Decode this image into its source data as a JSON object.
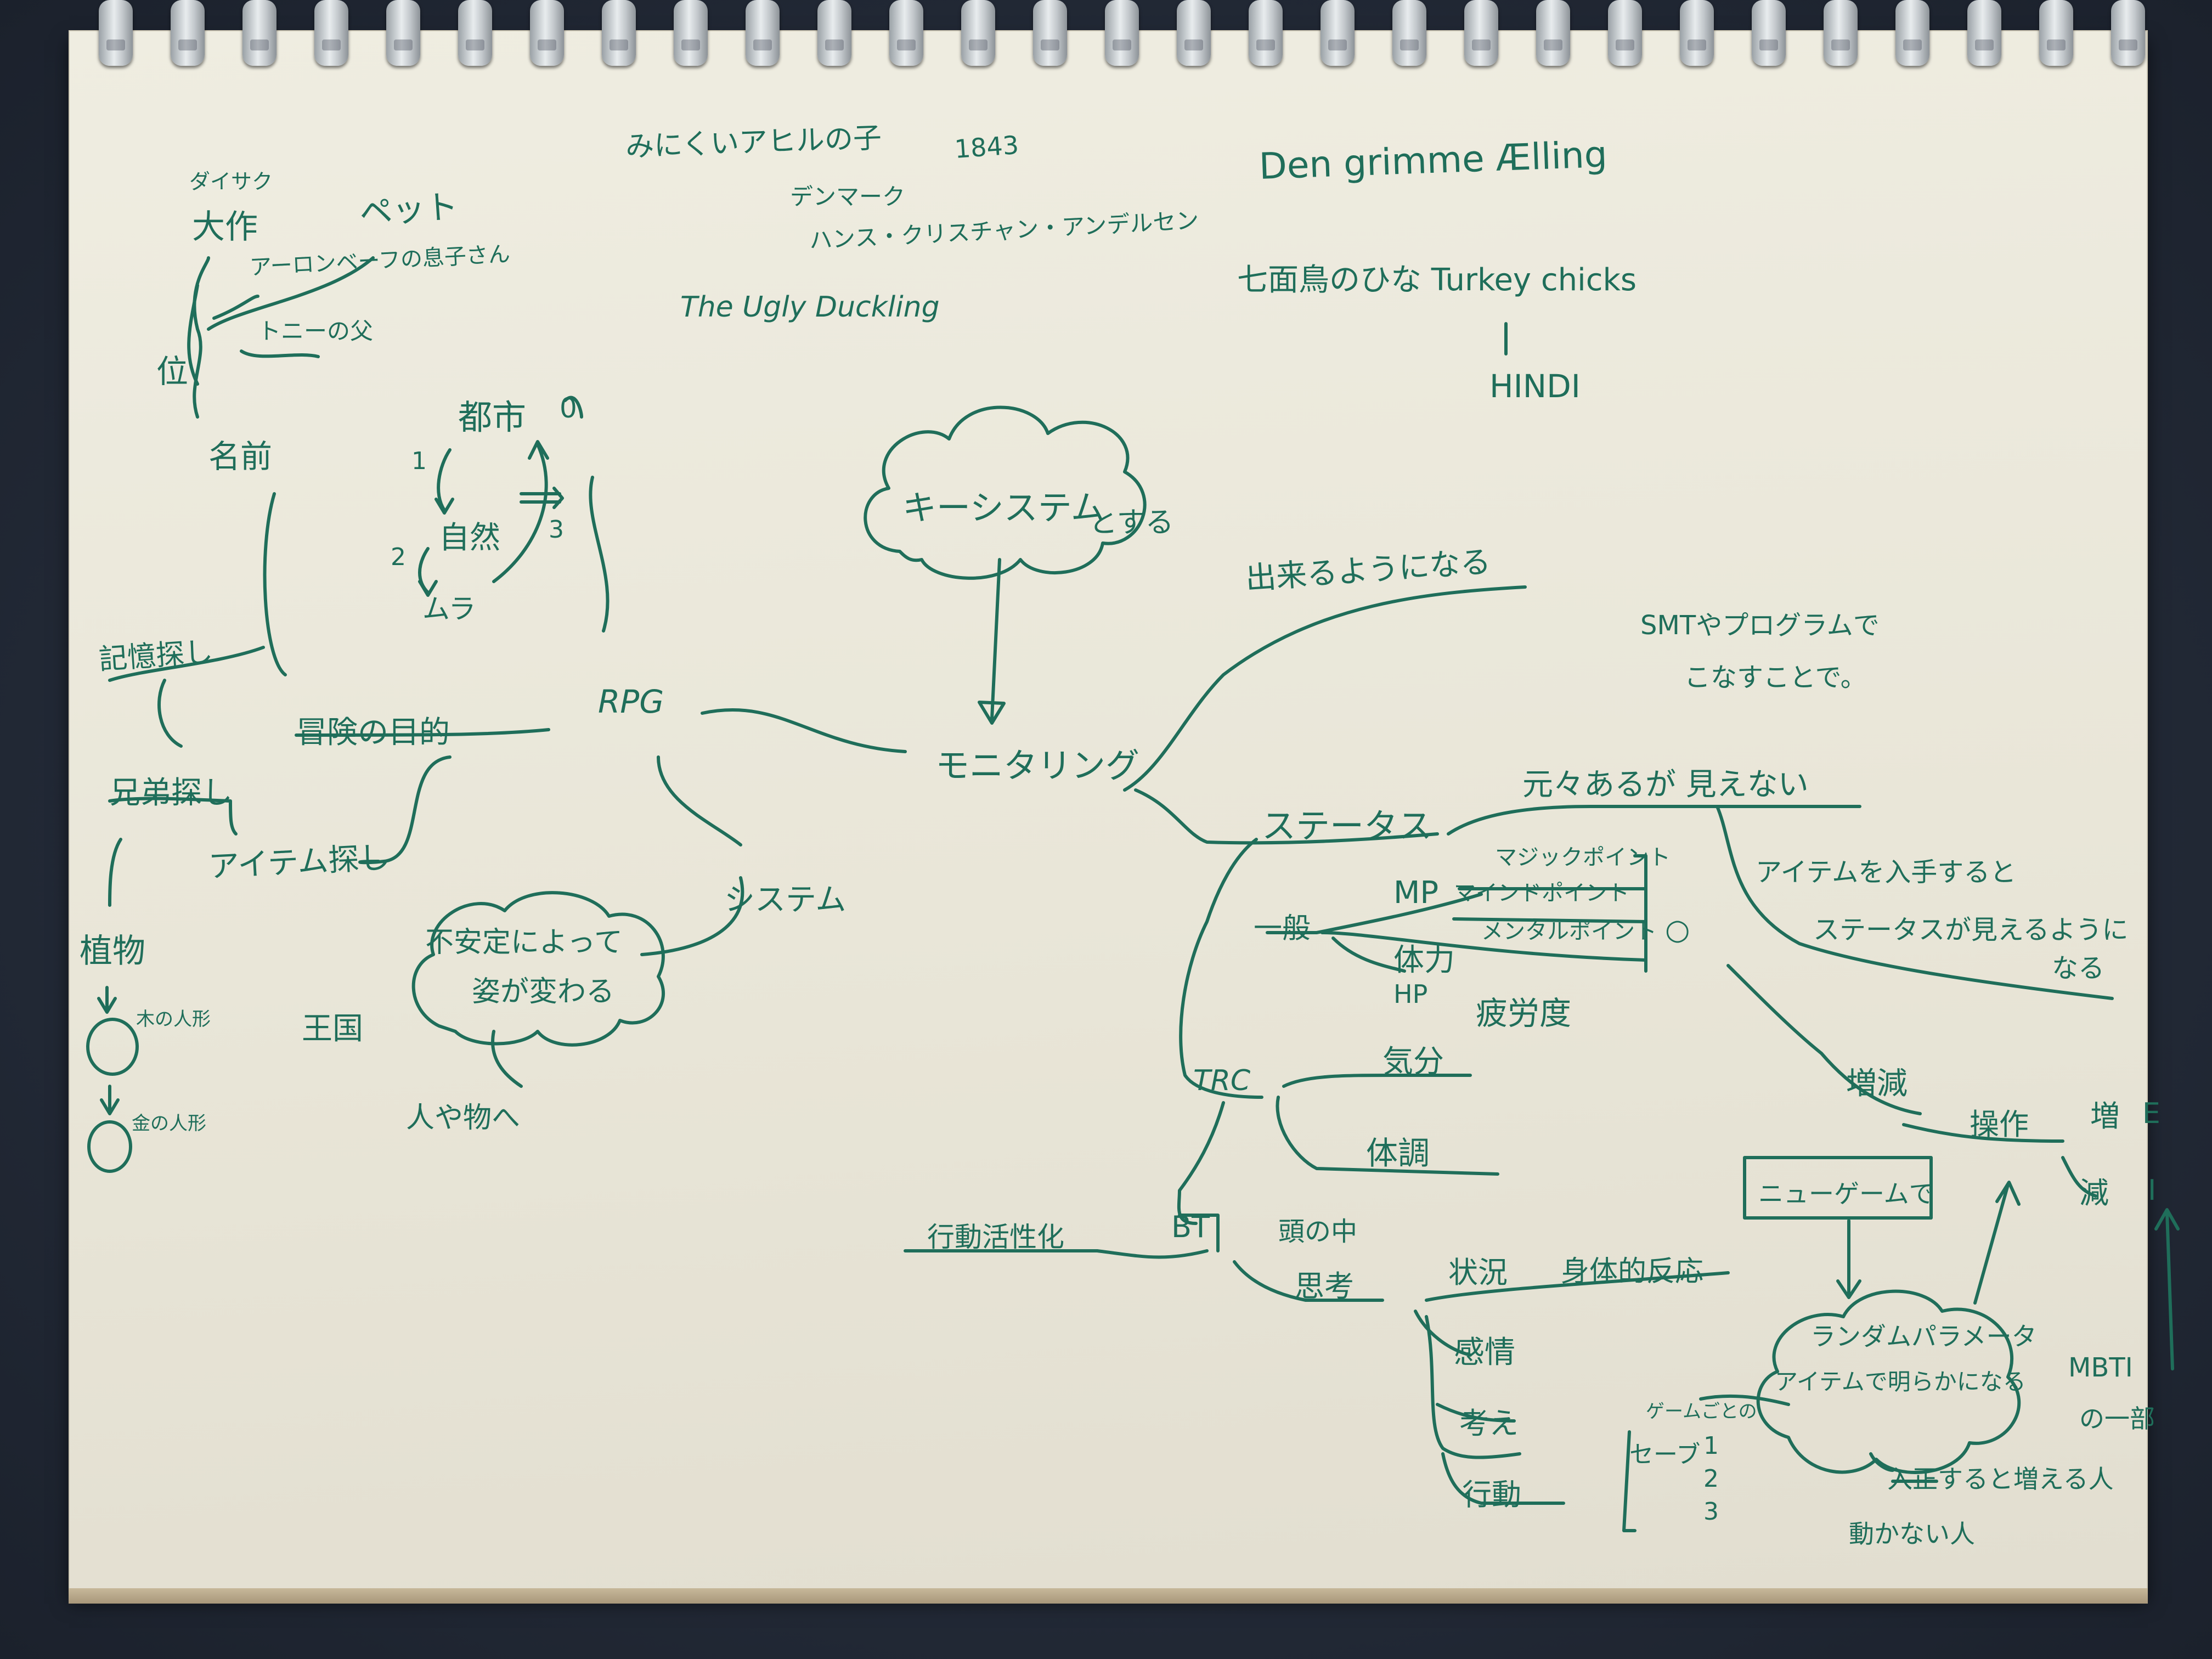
{
  "notes": {
    "top": {
      "ugly_duckling_jp": "みにくいアヒルの子",
      "year": "1843",
      "denmark": "デンマーク",
      "andersen": "ハンス・クリスチャン・アンデルセン",
      "english_title": "The Ugly Duckling",
      "danish_title": "Den grimme Ælling",
      "turkey": "七面鳥のひな Turkey chicks",
      "hindi": "HINDI"
    },
    "left": {
      "daisaku": "ダイサク",
      "daisaku_kanji": "大作",
      "pet": "ペット",
      "aaron": "アーロンベーフの息子さん",
      "tony": "トニーの父",
      "kurai": "位",
      "namae": "名前",
      "city": "都市",
      "nature": "自然",
      "village": "ムラ",
      "n1": "1",
      "n2": "2",
      "n3": "3",
      "n0": "0",
      "memory": "記憶探し",
      "adventure": "冒険の目的",
      "rpg": "RPG",
      "sibling": "兄弟探し",
      "item_search": "アイテム探し",
      "system": "システム",
      "plant": "植物",
      "doll1": "木の人形",
      "doll2": "金の人形",
      "instability": "不安定によって",
      "form_change": "姿が変わる",
      "kingdom": "王国",
      "characters": "人や物へ"
    },
    "center": {
      "key_system": "キーシステム",
      "to_suru": "とする",
      "can_do": "出来るようになる",
      "monitoring": "モニタリング",
      "smt": "SMTやプログラムで",
      "smt2": "こなすことで。"
    },
    "right": {
      "status": "ステータス",
      "exists_invisible": "元々あるが 見えない",
      "magic_point": "マジックポイント",
      "mp": "MP",
      "mind_point": "マインドポイント",
      "mental_point": "メンタルポイント",
      "general": "一般",
      "body": "体力",
      "hp": "HP",
      "circle_mark": "○",
      "fatigue": "疲労度",
      "item_get": "アイテムを入手すると",
      "status_visible": "ステータスが見えるように",
      "naru": "なる",
      "mood": "気分",
      "trc": "TRC",
      "condition": "体調",
      "increase": "増減",
      "operation": "操作",
      "inc": "増",
      "e": "E",
      "dec": "減",
      "i": "I",
      "new_game": "ニューゲームで",
      "action_activation": "行動活性化",
      "bt": "BT",
      "head": "頭の中",
      "thought": "思考",
      "situation": "状況",
      "physical": "身体的反応",
      "random": "ランダムパラメータ",
      "item_clear": "アイテムで明らかになる",
      "emotion": "感情",
      "think": "考え",
      "action": "行動",
      "per_game": "ゲームごとの",
      "save": "セーブ",
      "save1": "1",
      "save2": "2",
      "save3": "3",
      "mbti": "MBTI",
      "mbti_part": "の一部",
      "ok_text": "入正すると増える人",
      "moving": "動かない人"
    }
  },
  "colors": {
    "ink": "#1f6e5a",
    "paper": "#ece9dc",
    "background": "#262d3a"
  }
}
